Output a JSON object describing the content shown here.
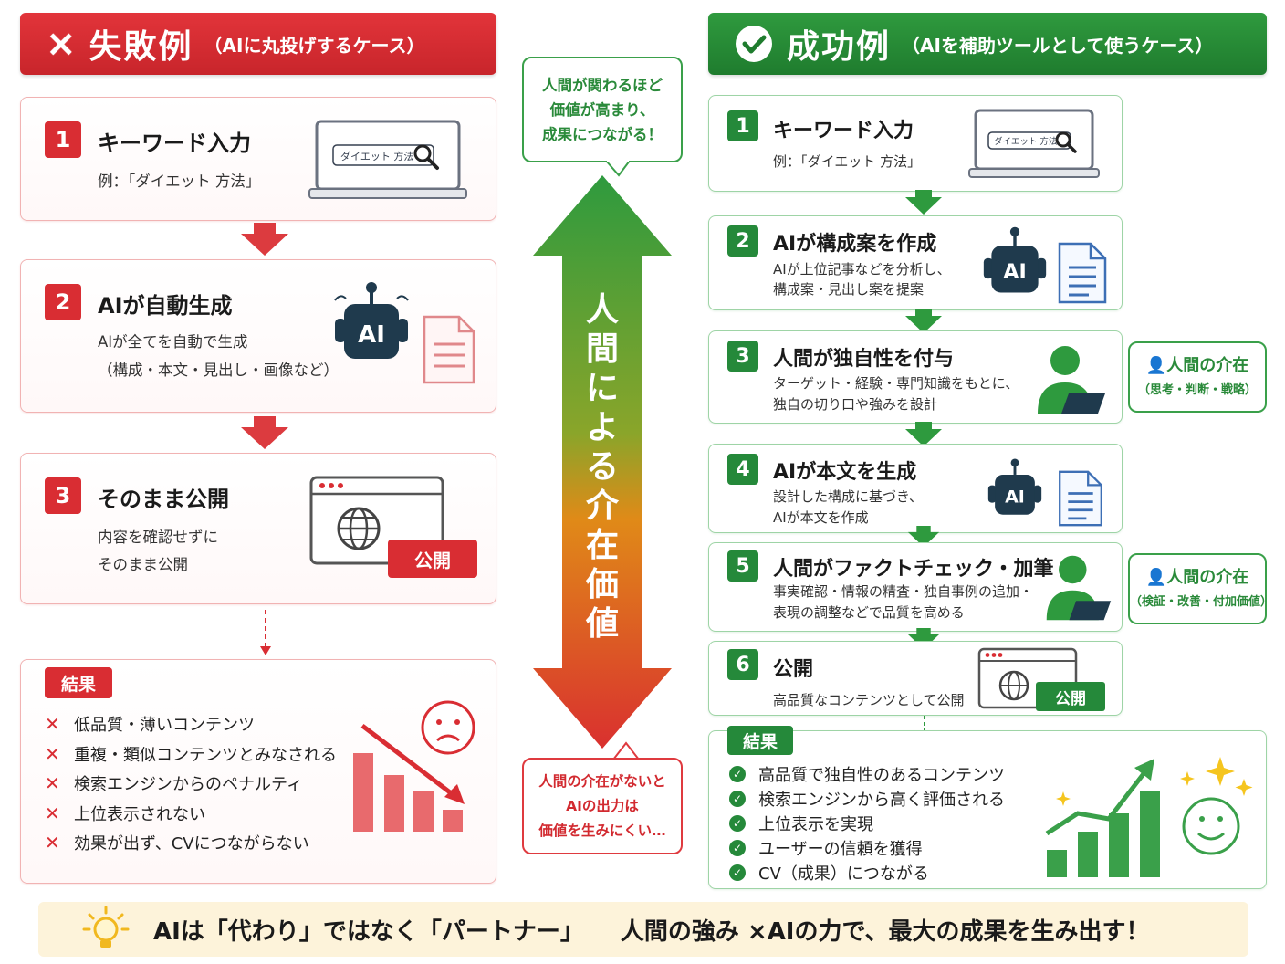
{
  "fail": {
    "mark": "×",
    "title": "失敗例",
    "subtitle": "（AIに丸投げするケース）",
    "steps": [
      {
        "num": "1",
        "title": "キーワード入力",
        "desc": [
          "例：「ダイエット 方法」"
        ],
        "search_text": "ダイエット 方法"
      },
      {
        "num": "2",
        "title": "AIが自動生成",
        "desc": [
          "AIが全てを自動で生成",
          "（構成・本文・見出し・画像など）"
        ],
        "ai_label": "AI"
      },
      {
        "num": "3",
        "title": "そのまま公開",
        "desc": [
          "内容を確認せずに",
          "そのまま公開"
        ],
        "publish_label": "公開"
      }
    ],
    "result": {
      "tag": "結果",
      "items": [
        "低品質・薄いコンテンツ",
        "重複・類似コンテンツとみなされる",
        "検索エンジンからのペナルティ",
        "上位表示されない",
        "効果が出ず、CVにつながらない"
      ]
    }
  },
  "center": {
    "top_bubble": [
      "人間が関わるほど",
      "価値が高まり、",
      "成果につながる！"
    ],
    "arrow_text": [
      "人",
      "間",
      "に",
      "よ",
      "る",
      "介",
      "在",
      "価",
      "値"
    ],
    "bottom_bubble": [
      "人間の介在がないと",
      "AIの出力は",
      "価値を生みにくい…"
    ]
  },
  "success": {
    "title": "成功例",
    "subtitle": "（AIを補助ツールとして使うケース）",
    "steps": [
      {
        "num": "1",
        "title": "キーワード入力",
        "desc": [
          "例：「ダイエット 方法」"
        ],
        "search_text": "ダイエット 方法"
      },
      {
        "num": "2",
        "title": "AIが構成案を作成",
        "desc": [
          "AIが上位記事などを分析し、",
          "構成案・見出し案を提案"
        ],
        "ai_label": "AI"
      },
      {
        "num": "3",
        "title": "人間が独自性を付与",
        "desc": [
          "ターゲット・経験・専門知識をもとに、",
          "独自の切り口や強みを設計"
        ]
      },
      {
        "num": "4",
        "title": "AIが本文を生成",
        "desc": [
          "設計した構成に基づき、",
          "AIが本文を作成"
        ],
        "ai_label": "AI"
      },
      {
        "num": "5",
        "title": "人間がファクトチェック・加筆",
        "desc": [
          "事実確認・情報の精査・独自事例の追加・",
          "表現の調整などで品質を高める"
        ]
      },
      {
        "num": "6",
        "title": "公開",
        "desc": [
          "高品質なコンテンツとして公開"
        ],
        "publish_label": "公開"
      }
    ],
    "human_tags": [
      {
        "title": "人間の介在",
        "sub": "（思考・判断・戦略）"
      },
      {
        "title": "人間の介在",
        "sub": "（検証・改善・付加価値）"
      }
    ],
    "result": {
      "tag": "結果",
      "items": [
        "高品質で独自性のあるコンテンツ",
        "検索エンジンから高く評価される",
        "上位表示を実現",
        "ユーザーの信頼を獲得",
        "CV（成果）につながる"
      ]
    }
  },
  "banner": {
    "p1": "AIは",
    "p2": "「代わり」",
    "p3": "ではなく",
    "p4": "「パートナー」",
    "p5": "人間の強み × ",
    "p6": "AIの力",
    "p7": "で、最大の成果を生み出す！"
  },
  "colors": {
    "fail": "#d92d33",
    "success": "#25893a",
    "banner_bg": "#fdf3da"
  }
}
